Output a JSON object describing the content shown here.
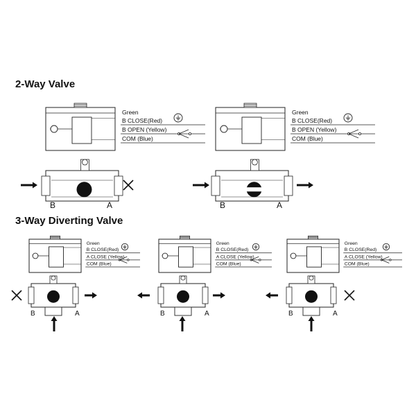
{
  "sections": {
    "two_way_title": "2-Way Valve",
    "three_way_title": "3-Way Diverting Valve"
  },
  "two_way": [
    {
      "wires": [
        "Green",
        "B CLOSE(Red)",
        "B OPEN (Yellow)",
        "COM (Blue)"
      ],
      "port_left": "B",
      "port_right": "A",
      "state": "closed"
    },
    {
      "wires": [
        "Green",
        "B CLOSE(Red)",
        "B OPEN (Yellow)",
        "COM (Blue)"
      ],
      "port_left": "B",
      "port_right": "A",
      "state": "open"
    }
  ],
  "three_way": [
    {
      "wires": [
        "Green",
        "B CLOSE(Red)",
        "A CLOSE (Yellow)",
        "COM (Blue)"
      ],
      "port_left": "B",
      "port_right": "A",
      "flow": "to-A"
    },
    {
      "wires": [
        "Green",
        "B CLOSE(Red)",
        "A CLOSE (Yellow)",
        "COM (Blue)"
      ],
      "port_left": "B",
      "port_right": "A",
      "flow": "both"
    },
    {
      "wires": [
        "Green",
        "B CLOSE(Red)",
        "A CLOSE (Yellow)",
        "COM (Blue)"
      ],
      "port_left": "B",
      "port_right": "A",
      "flow": "to-B"
    }
  ],
  "symbols": {
    "ground": "ground-icon",
    "blocked": "x-mark-icon",
    "flow": "flow-arrow-icon"
  }
}
